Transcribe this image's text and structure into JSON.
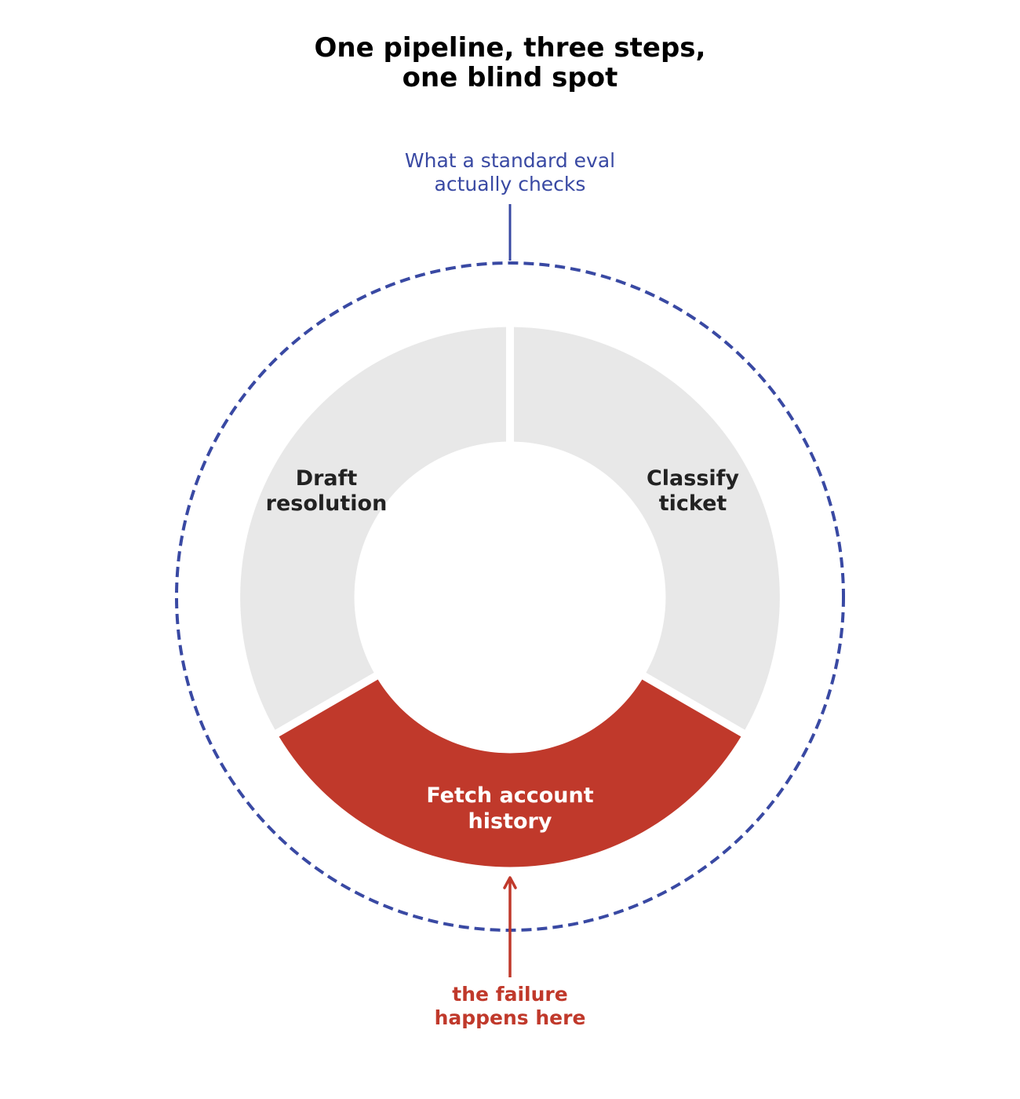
{
  "title": {
    "line1": "One pipeline, three steps,",
    "line2": "one blind spot"
  },
  "eval_scope_note": {
    "line1": "What a standard eval",
    "line2": "actually checks"
  },
  "steps": [
    {
      "label_line1": "Classify",
      "label_line2": "ticket",
      "status": "normal"
    },
    {
      "label_line1": "Fetch account",
      "label_line2": "history",
      "status": "failure"
    },
    {
      "label_line1": "Draft",
      "label_line2": "resolution",
      "status": "normal"
    }
  ],
  "failure_note": {
    "line1": "the failure",
    "line2": "happens here"
  },
  "colors": {
    "segment_normal": "#e8e8e8",
    "segment_failure": "#c0392b",
    "eval_boundary": "#3949a3",
    "failure_note": "#c0392b",
    "eval_note": "#3949a3",
    "label_dark": "#222222",
    "label_light": "#ffffff"
  }
}
